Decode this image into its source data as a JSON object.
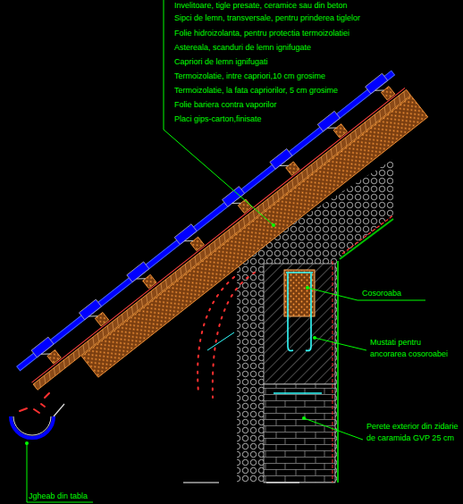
{
  "diagram": {
    "labels": [
      "Invelitoare, tigle presate, ceramice sau din beton",
      "Sipci de lemn, transversale, pentru prinderea tiglelor",
      "Folie hidroizolanta, pentru protectia termoizolatiei",
      "Astereala, scanduri de lemn ignifugate",
      "Capriori de lemn ignifugati",
      "Termoizolatie, intre capriori,10 cm grosime",
      "Termoizolatie, la fata capriorilor, 5 cm grosime",
      "Folie bariera contra vaporilor",
      "Placi gips-carton,finisate",
      "Cosoroaba",
      "Mustati pentru ancorarea cosoroabei",
      "Perete exterior din zidarie de caramida GVP 25 cm",
      "Jgheab din tabla"
    ]
  }
}
